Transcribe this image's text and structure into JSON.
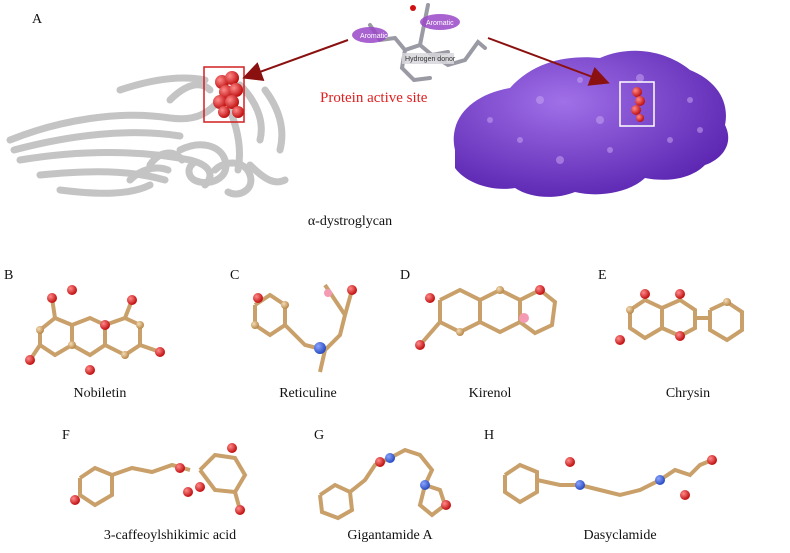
{
  "panel_letters": [
    "A",
    "B",
    "C",
    "D",
    "E",
    "F",
    "G",
    "H"
  ],
  "protein": {
    "caption": "α-dystroglycan",
    "active_site_label": "Protein active site",
    "feature_labels": [
      "Aromatic",
      "Aromatic",
      "Hydrogen donor"
    ]
  },
  "molecules": [
    {
      "panel": "B",
      "name": "Nobiletin"
    },
    {
      "panel": "C",
      "name": "Reticuline"
    },
    {
      "panel": "D",
      "name": "Kirenol"
    },
    {
      "panel": "E",
      "name": "Chrysin"
    },
    {
      "panel": "F",
      "name": "3-caffeoylshikimic acid"
    },
    {
      "panel": "G",
      "name": "Gigantamide A"
    },
    {
      "panel": "H",
      "name": "Dasyclamide"
    }
  ],
  "colors": {
    "carbon": "#d9b27a",
    "oxygen": "#e02828",
    "nitrogen": "#3a5fd0",
    "hydrogen": "#eeeeee",
    "surface": "#7b3fd0",
    "ribbon": "#c8c8c8",
    "arrow": "#8b1010",
    "label_red": "#e02020",
    "feature_purple": "#9a48c8"
  }
}
